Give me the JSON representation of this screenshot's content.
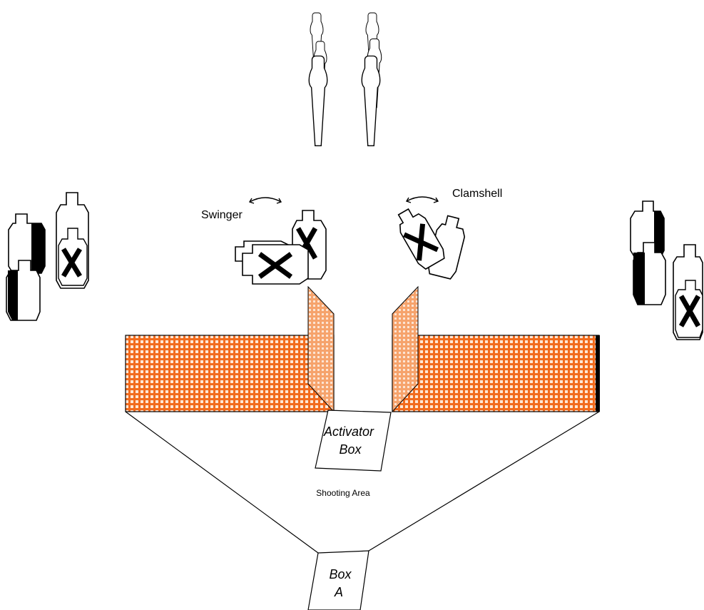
{
  "labels": {
    "swinger": "Swinger",
    "clamshell": "Clamshell",
    "activator_line1": "Activator",
    "activator_line2": "Box",
    "shooting_area": "Shooting Area",
    "box_a_line1": "Box",
    "box_a_line2": "A"
  },
  "colors": {
    "wall_orange": "#f26b1d",
    "wall_grid": "#fde7d6",
    "ink": "#000000",
    "paper": "#ffffff"
  },
  "targets": {
    "poppers": 6,
    "left_group": [
      "half-black",
      "no-shoot",
      "half-black"
    ],
    "right_group": [
      "half-black",
      "half-black",
      "no-shoot"
    ],
    "swinger_group": [
      "target",
      "no-shoot",
      "no-shoot"
    ],
    "clamshell_group": [
      "no-shoot",
      "target"
    ]
  }
}
